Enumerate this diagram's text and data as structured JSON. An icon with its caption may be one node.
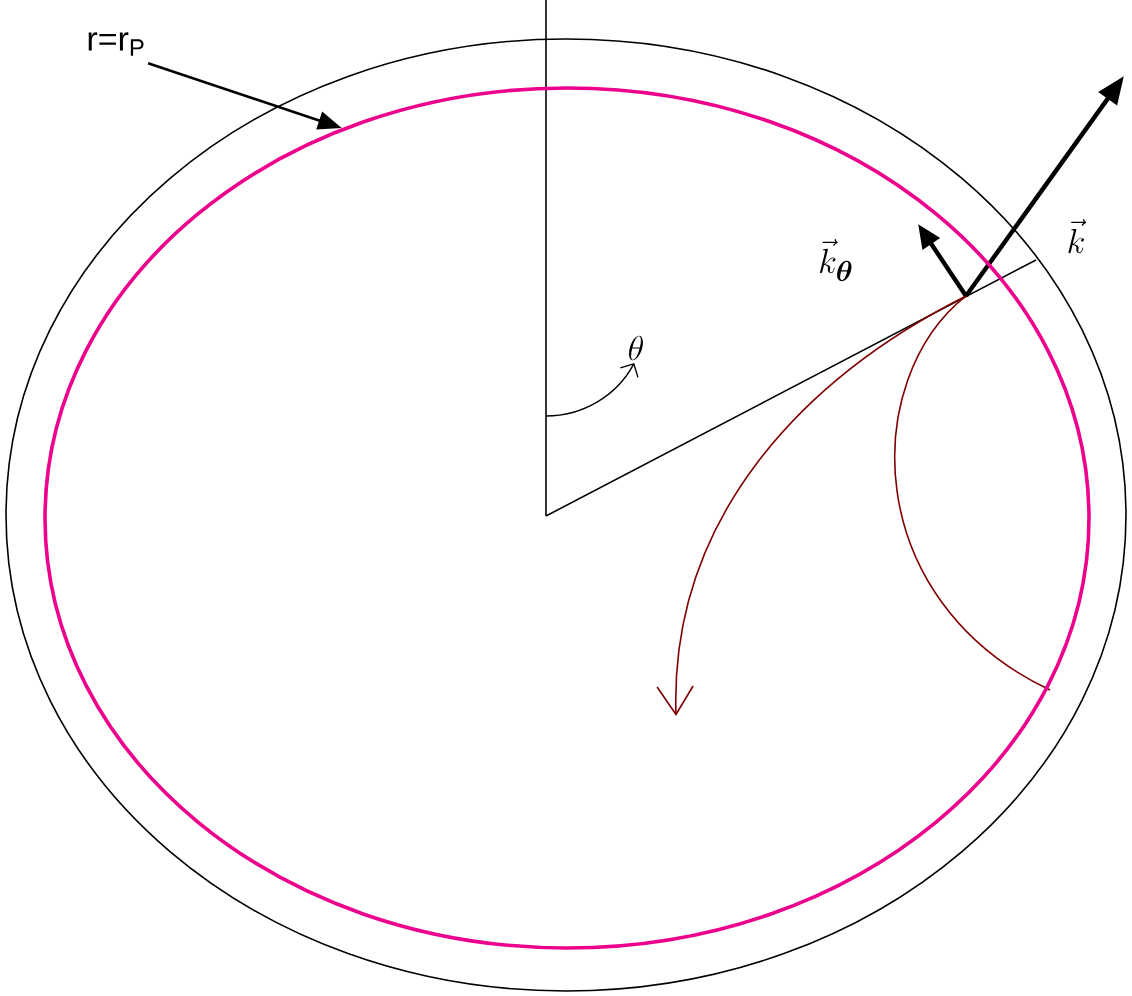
{
  "diagram": {
    "nodes": [
      {
        "text": [
          "r=r$_{P}$"
        ]
      },
      {
        "text": [],
        "shape": "ellipse"
      }
    ],
    "edges": [
      {
        "from": 0,
        "to": 1,
        "arrow": "to"
      }
    ],
    "labels": [
      "\\theta",
      "\\vec{k}_{\\boldsymbol{\\theta}}",
      "\\vec{k}"
    ]
  }
}
